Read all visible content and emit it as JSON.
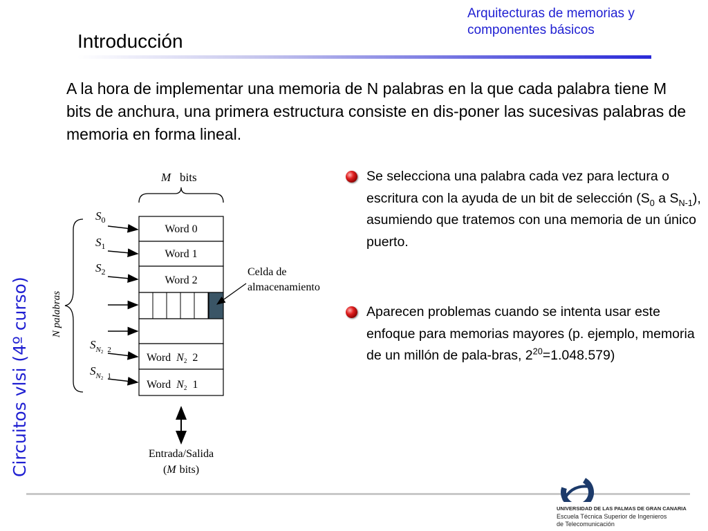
{
  "header": {
    "course_title": "Arquitecturas de memorias y componentes básicos",
    "slide_title": "Introducción"
  },
  "intro": {
    "text": "A la hora de implementar una memoria de N palabras en la que cada palabra tiene M bits de anchura, una primera estructura consiste en dis-poner las sucesivas palabras de memoria en forma lineal."
  },
  "side_label": "Circuitos vlsi (4º curso)",
  "diagram": {
    "m_label": "M",
    "bits_label": "bits",
    "n_palabras_label": "N palabras",
    "selects": [
      {
        "base": "S",
        "sub": "0"
      },
      {
        "base": "S",
        "sub": "1"
      },
      {
        "base": "S",
        "sub": "2"
      },
      {
        "base": "S",
        "sub": "N",
        "subsub": "2",
        "suffix": "2"
      },
      {
        "base": "S",
        "sub": "N",
        "subsub": "2",
        "suffix": "1"
      }
    ],
    "words": [
      "Word 0",
      "Word 1",
      "Word 2"
    ],
    "word_last_prefix": "Word",
    "word_last_n": "N",
    "word_last_subsub": "2",
    "word_n2_suffix": "2",
    "word_n1_suffix": "1",
    "cell_label_1": "Celda de",
    "cell_label_2": "almacenamiento",
    "io_label_1": "Entrada/Salida",
    "io_open_paren": "(",
    "io_m": "M",
    "io_bits_close": "bits)"
  },
  "bullets": {
    "b1_part1": "Se selecciona una palabra cada vez para lectura o escritura con la ayuda de un bit de selección (S",
    "b1_sub0": "0",
    "b1_part2": " a S",
    "b1_subN": "N-1",
    "b1_part3": "), asumiendo que tratemos con una memoria de un único puerto.",
    "b2_part1": "Aparecen problemas cuando se intenta usar este enfoque para memorias mayores (p. ejemplo, memoria de un millón de pala-bras, 2",
    "b2_sup": "20",
    "b2_part2": "=1.048.579)"
  },
  "footer": {
    "logo_line1": "UNIVERSIDAD DE LAS PALMAS DE GRAN CANARIA",
    "logo_line2": "Escuela Técnica Superior de Ingenieros",
    "logo_line3": "de Telecomunicación"
  },
  "colors": {
    "accent_blue": "#1f1fd2",
    "bullet_red": "#e02020",
    "cell_fill": "#3a5566"
  }
}
